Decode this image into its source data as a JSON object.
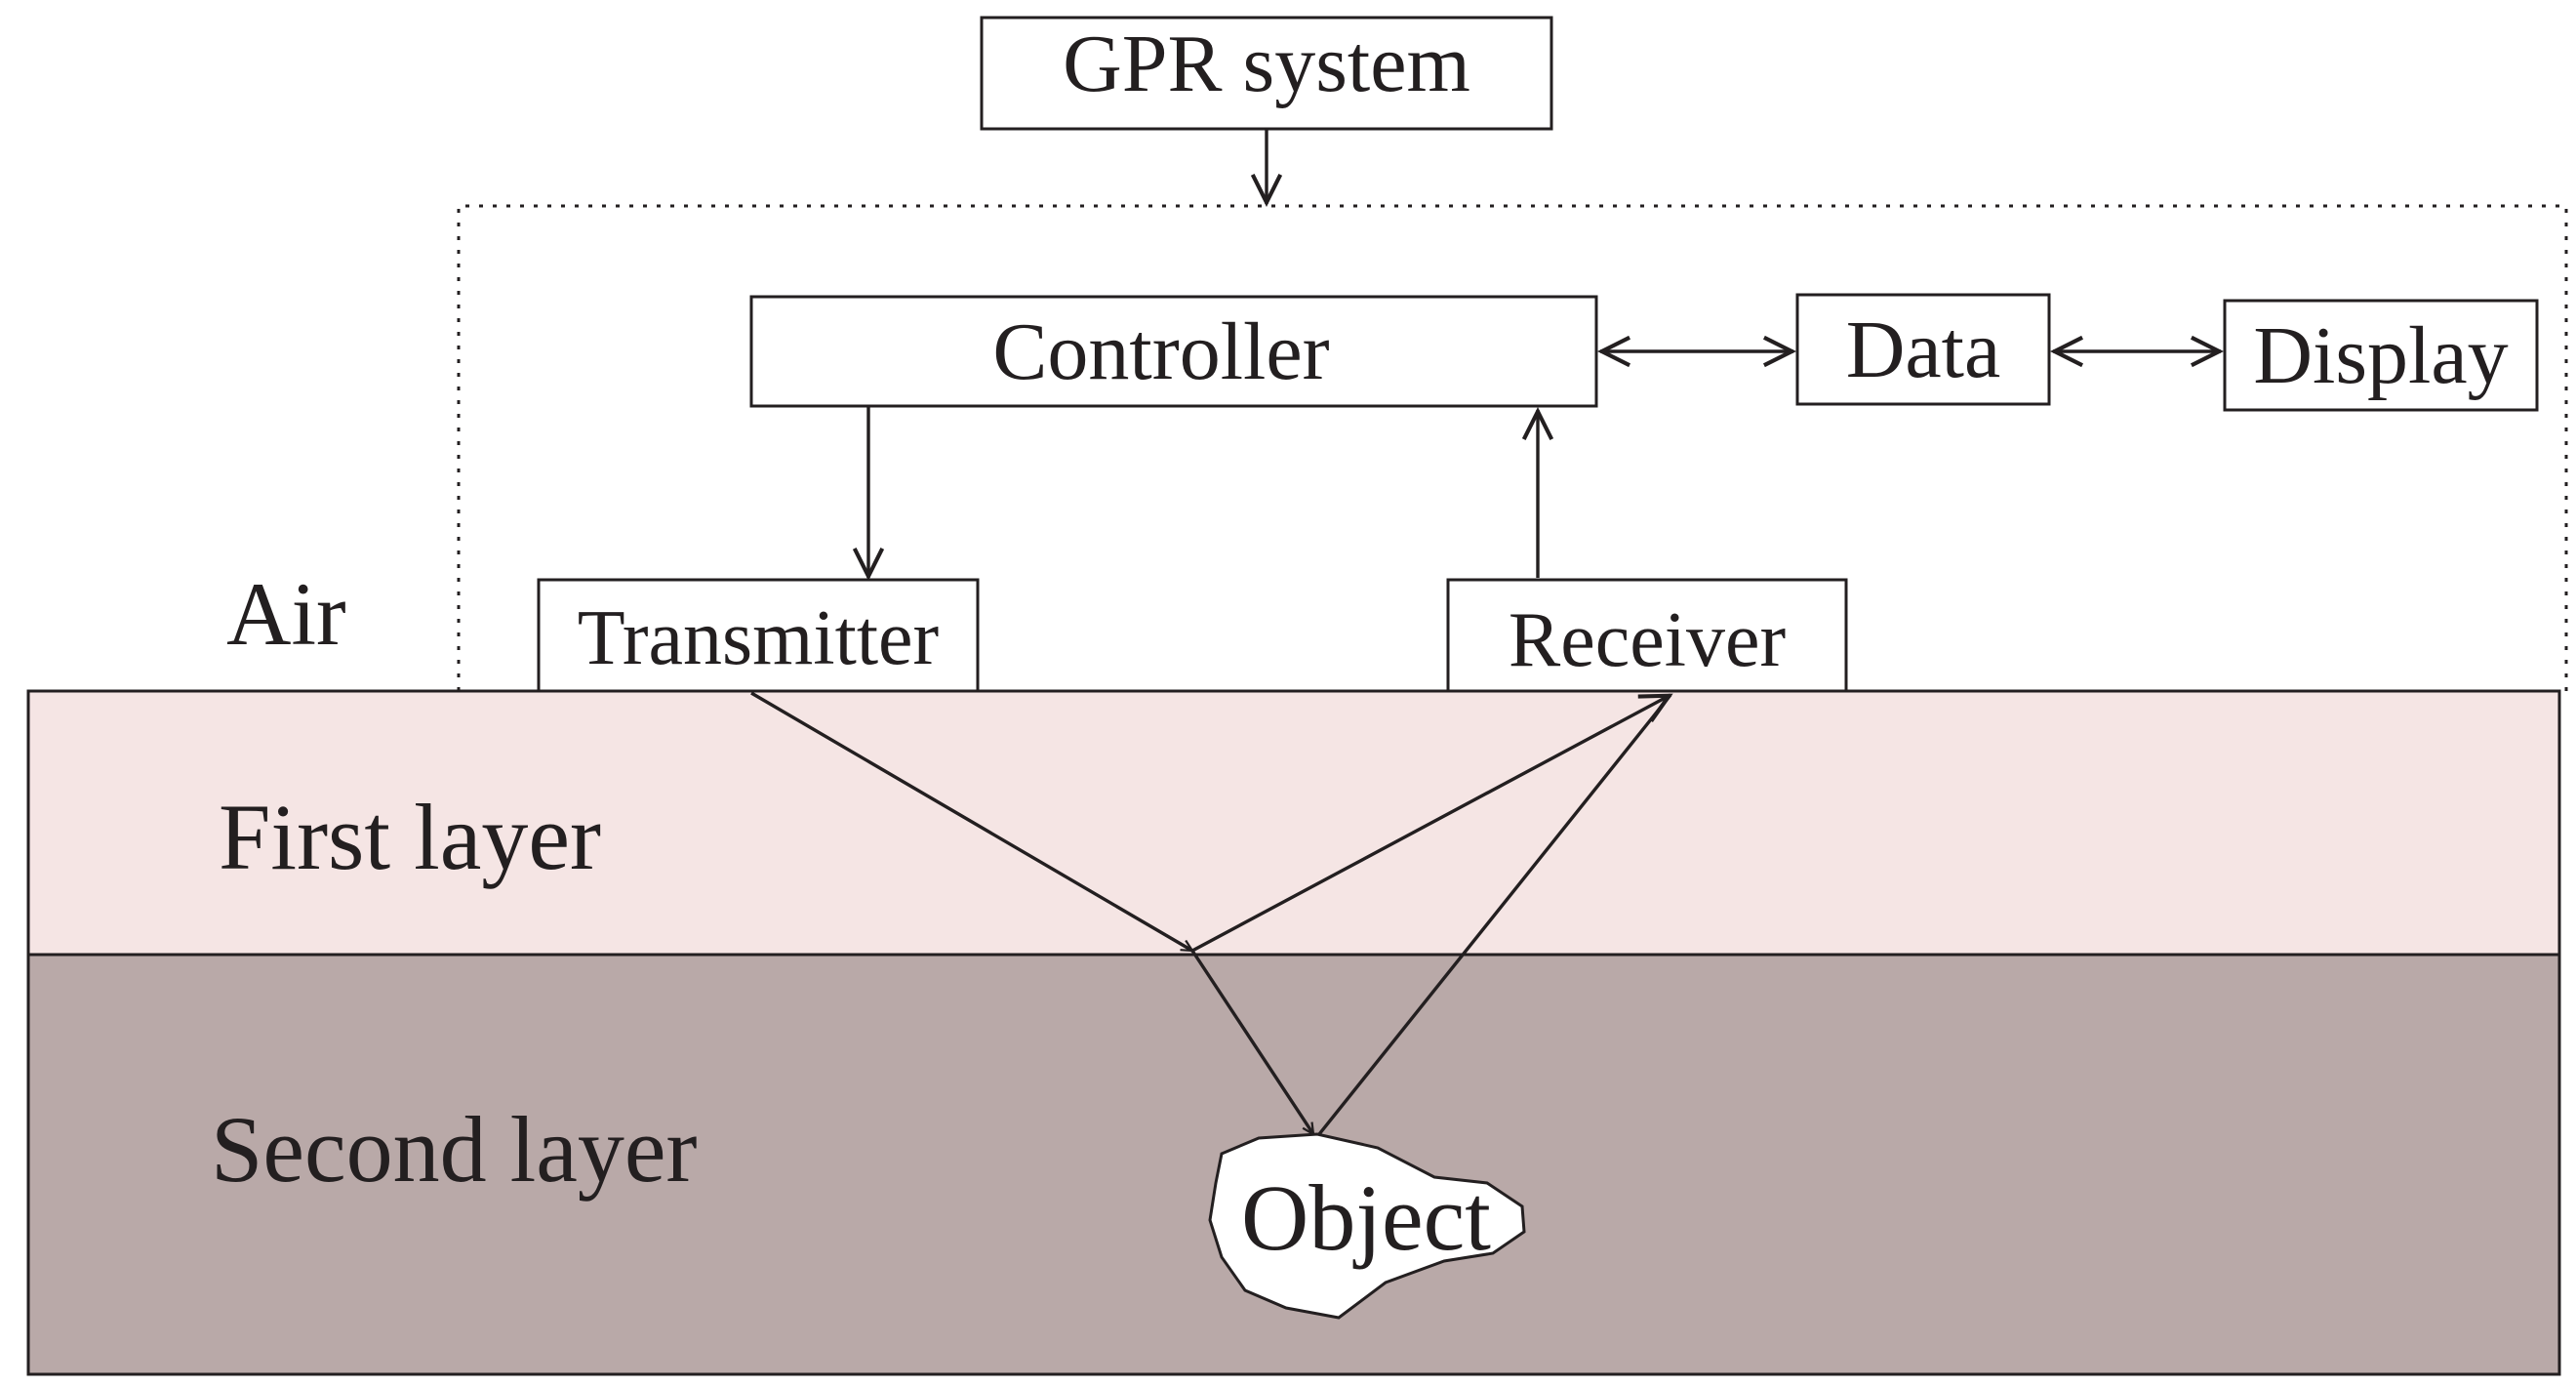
{
  "diagram": {
    "gpr_system_label": "GPR system",
    "controller_label": "Controller",
    "data_label": "Data",
    "display_label": "Display",
    "transmitter_label": "Transmitter",
    "receiver_label": "Receiver",
    "air_label": "Air",
    "first_layer_label": "First layer",
    "second_layer_label": "Second layer",
    "object_label": "Object"
  },
  "colors": {
    "first_layer_fill": "#f5e5e4",
    "second_layer_fill": "#b9a9a8",
    "line": "#231f20",
    "object_fill": "#ffffff"
  }
}
